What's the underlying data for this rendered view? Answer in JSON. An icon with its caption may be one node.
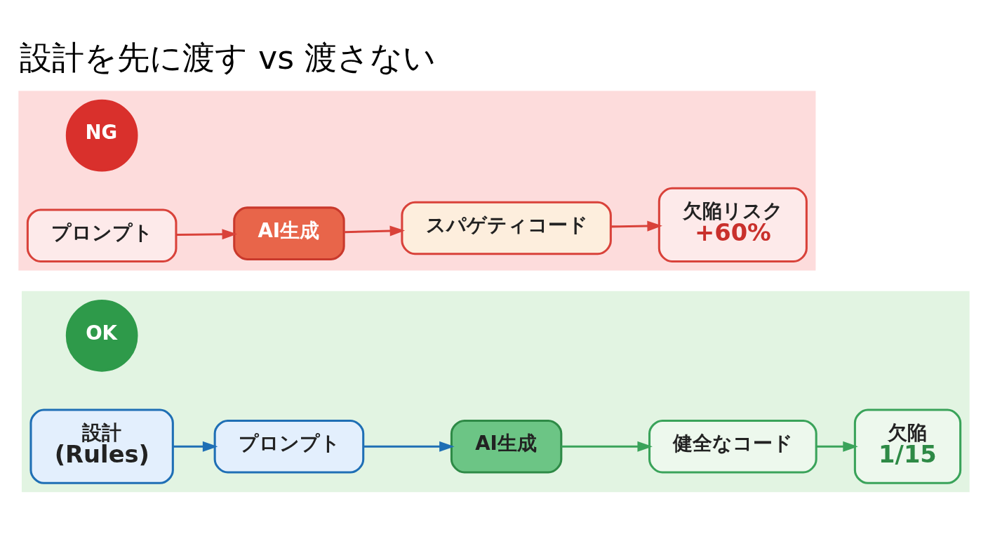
{
  "diagram": {
    "title": "設計を先に渡す vs 渡さない",
    "nodes": [
      {
        "text": [],
        "shape": "band"
      },
      {
        "text": [
          "NG"
        ],
        "in": 0
      },
      {
        "text": [
          "プロンプト"
        ],
        "in": 0
      },
      {
        "text": [
          "AI生成"
        ],
        "in": 0
      },
      {
        "text": [
          "スパゲティコード"
        ],
        "in": 0
      },
      {
        "text": [
          "欠陥リスク",
          "+60%"
        ],
        "in": 0
      },
      {
        "text": [],
        "shape": "band"
      },
      {
        "text": [
          "OK"
        ],
        "in": 6
      },
      {
        "text": [
          "設計",
          "(Rules)"
        ],
        "in": 6
      },
      {
        "text": [
          "プロンプト"
        ],
        "in": 6
      },
      {
        "text": [
          "AI生成"
        ],
        "in": 6
      },
      {
        "text": [
          "健全なコード"
        ],
        "in": 6
      },
      {
        "text": [
          "欠陥",
          "1/15"
        ],
        "in": 6
      }
    ],
    "edges": [
      {
        "from": 2,
        "to": 3,
        "arrow": "to",
        "color": "#d9423a"
      },
      {
        "from": 3,
        "to": 4,
        "arrow": "to",
        "color": "#d9423a"
      },
      {
        "from": 4,
        "to": 5,
        "arrow": "to",
        "color": "#d9423a"
      },
      {
        "from": 8,
        "to": 9,
        "arrow": "to",
        "color": "#1f6fb5"
      },
      {
        "from": 9,
        "to": 10,
        "arrow": "to",
        "color": "#1f6fb5"
      },
      {
        "from": 10,
        "to": 11,
        "arrow": "to",
        "color": "#3aa35a"
      },
      {
        "from": 11,
        "to": 12,
        "arrow": "to",
        "color": "#3aa35a"
      }
    ]
  }
}
